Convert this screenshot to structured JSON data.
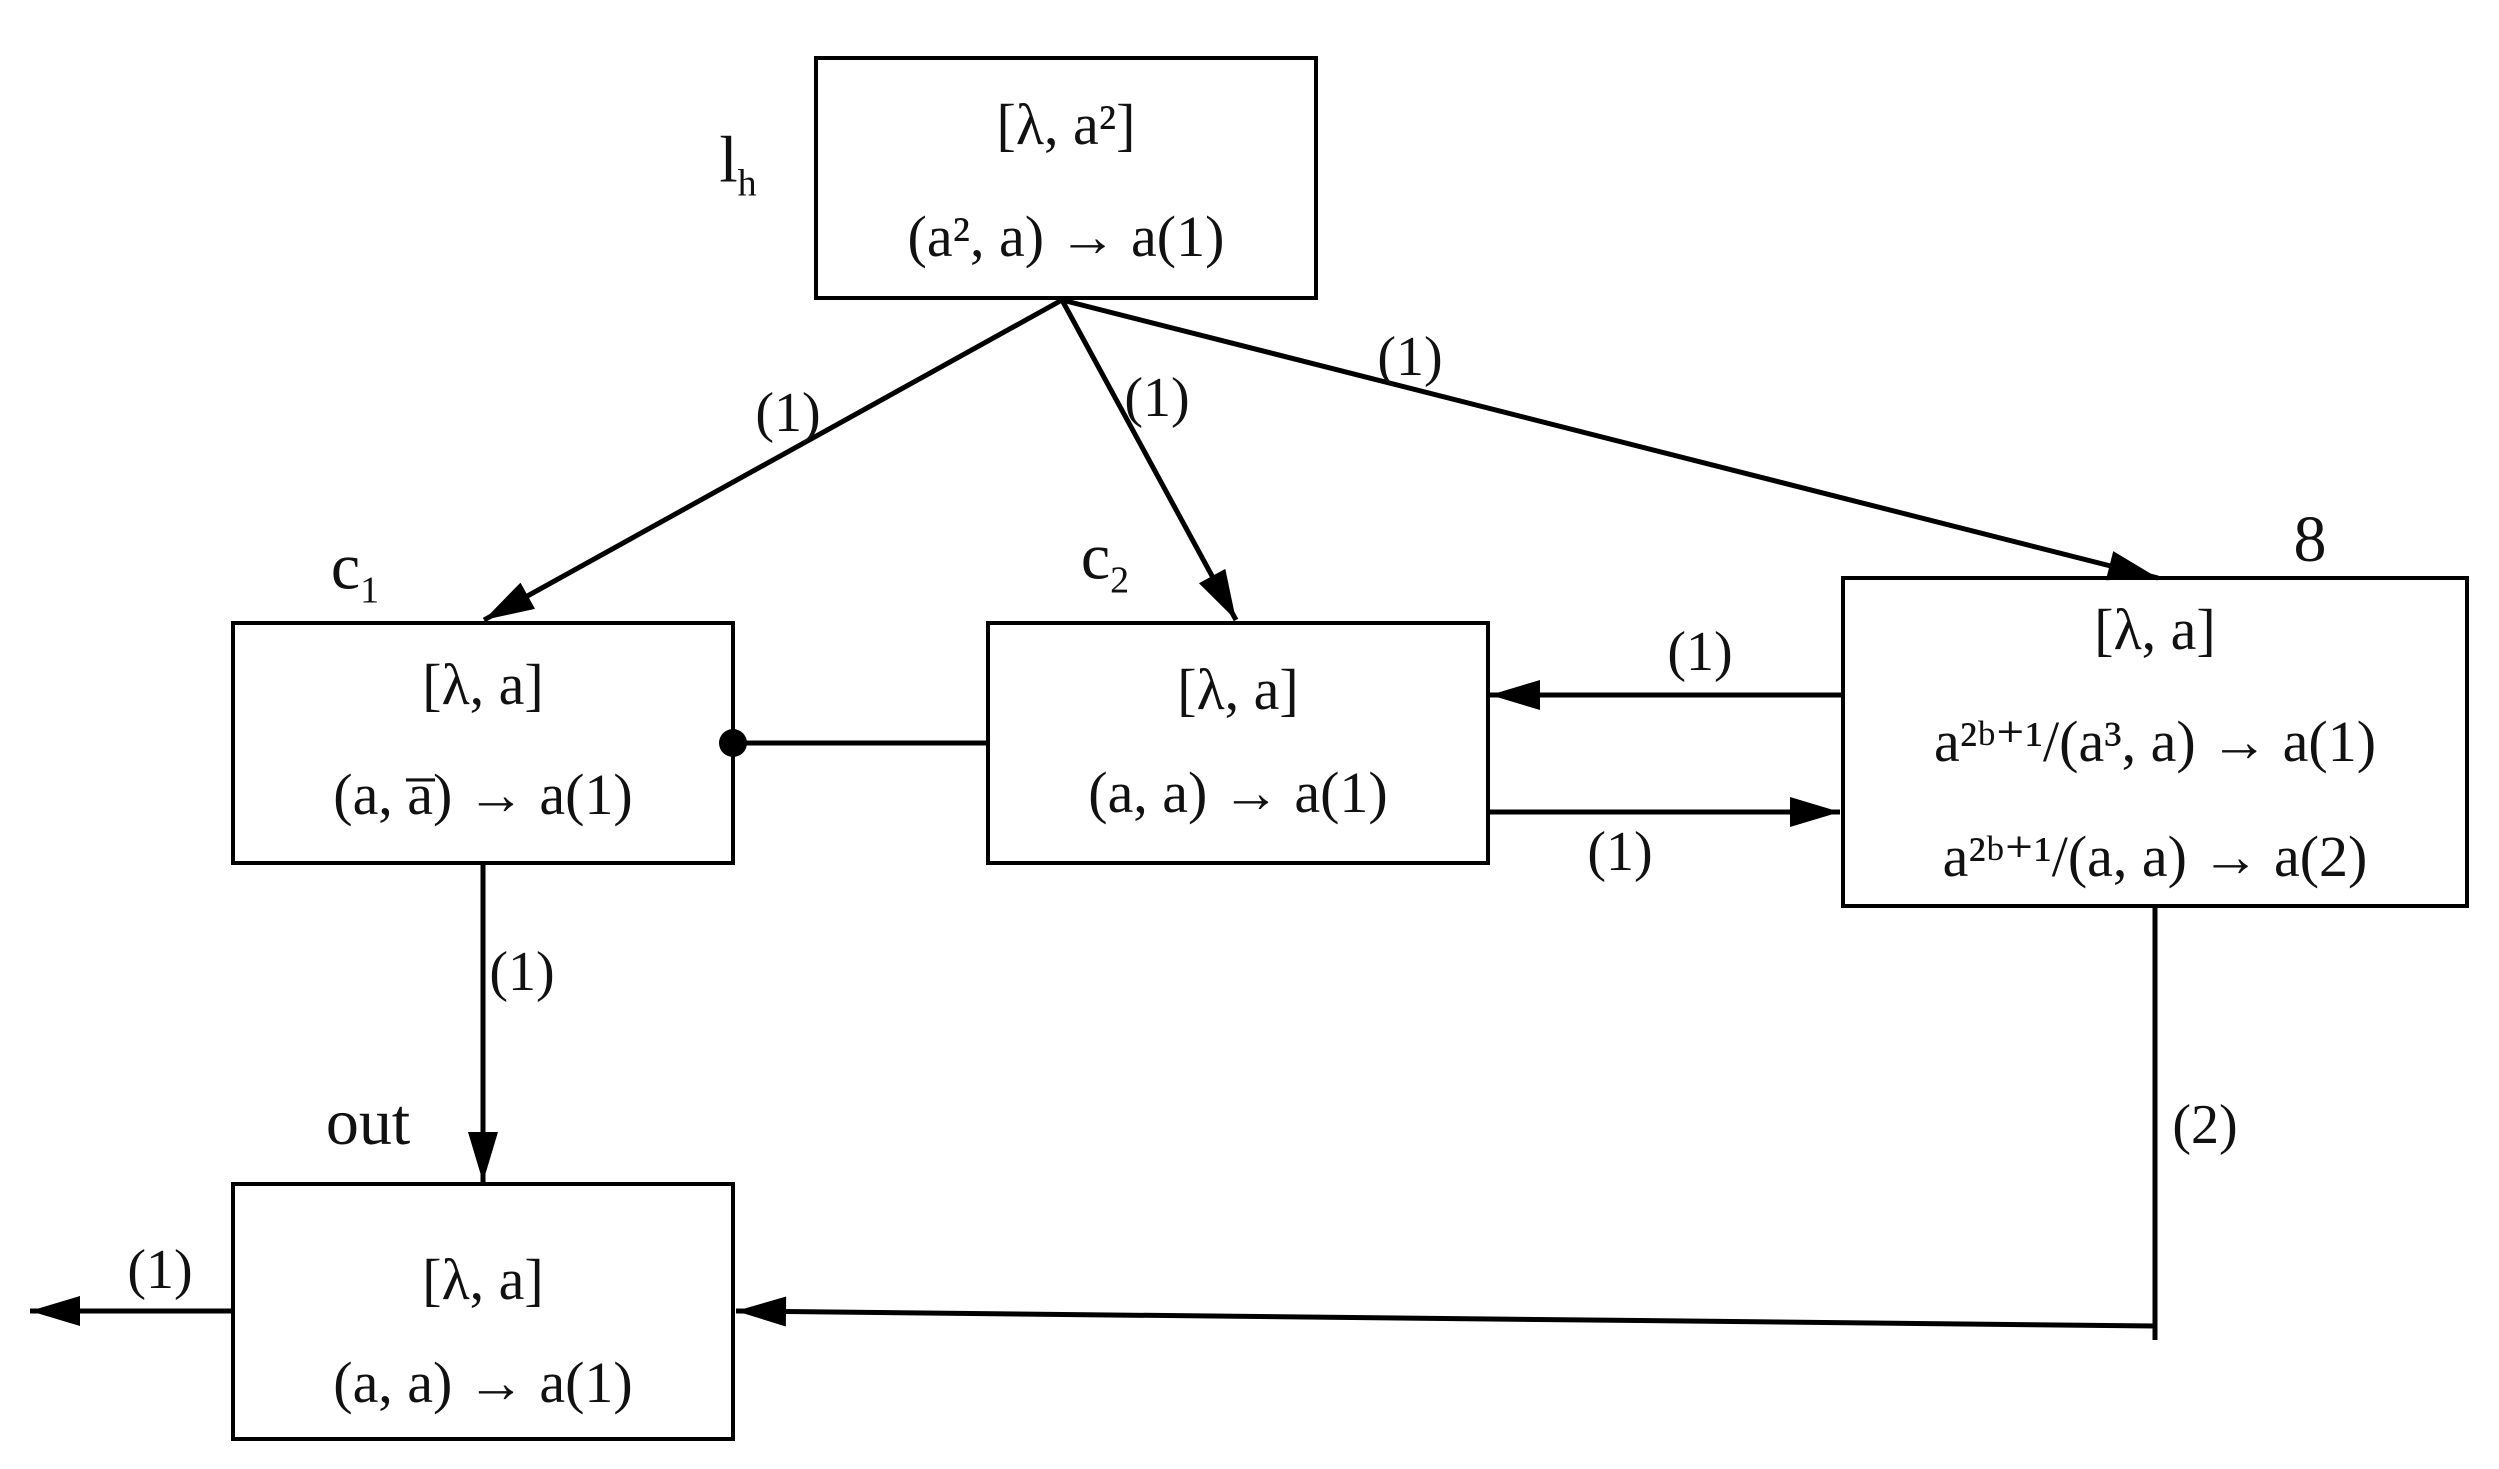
{
  "neurons": [
    {
      "id": "lh",
      "name": "l",
      "sub": "h",
      "line1": "[λ, a²]",
      "line2": "(a², a) → a(1)"
    },
    {
      "id": "c1",
      "name": "c",
      "sub": "1",
      "line1": "[λ, a]",
      "line2": "(a, a̅) → a(1)"
    },
    {
      "id": "c2",
      "name": "c",
      "sub": "2",
      "line1": "[λ, a]",
      "line2": "(a, a) → a(1)"
    },
    {
      "id": "n8",
      "name": "8",
      "line1": "[λ, a]",
      "line2": "a²ᵇ⁺¹/(a³, a) → a(1)",
      "line3": "a²ᵇ⁺¹/(a, a) → a(2)"
    },
    {
      "id": "out",
      "name": "out",
      "line1": "[λ, a]",
      "line2": "(a, a) → a(1)"
    }
  ],
  "edges": [
    {
      "from": "lh",
      "to": "c1",
      "label": "(1)"
    },
    {
      "from": "lh",
      "to": "c2",
      "label": "(1)"
    },
    {
      "from": "lh",
      "to": "n8",
      "label": "(1)"
    },
    {
      "from": "n8",
      "to": "c2",
      "label": "(1)"
    },
    {
      "from": "c2",
      "to": "n8",
      "label": "(1)"
    },
    {
      "from": "c1",
      "to": "out",
      "label": "(1)"
    },
    {
      "from": "n8",
      "to": "out",
      "label": "(2)"
    },
    {
      "from": "out",
      "to": "environment",
      "label": "(1)"
    }
  ]
}
